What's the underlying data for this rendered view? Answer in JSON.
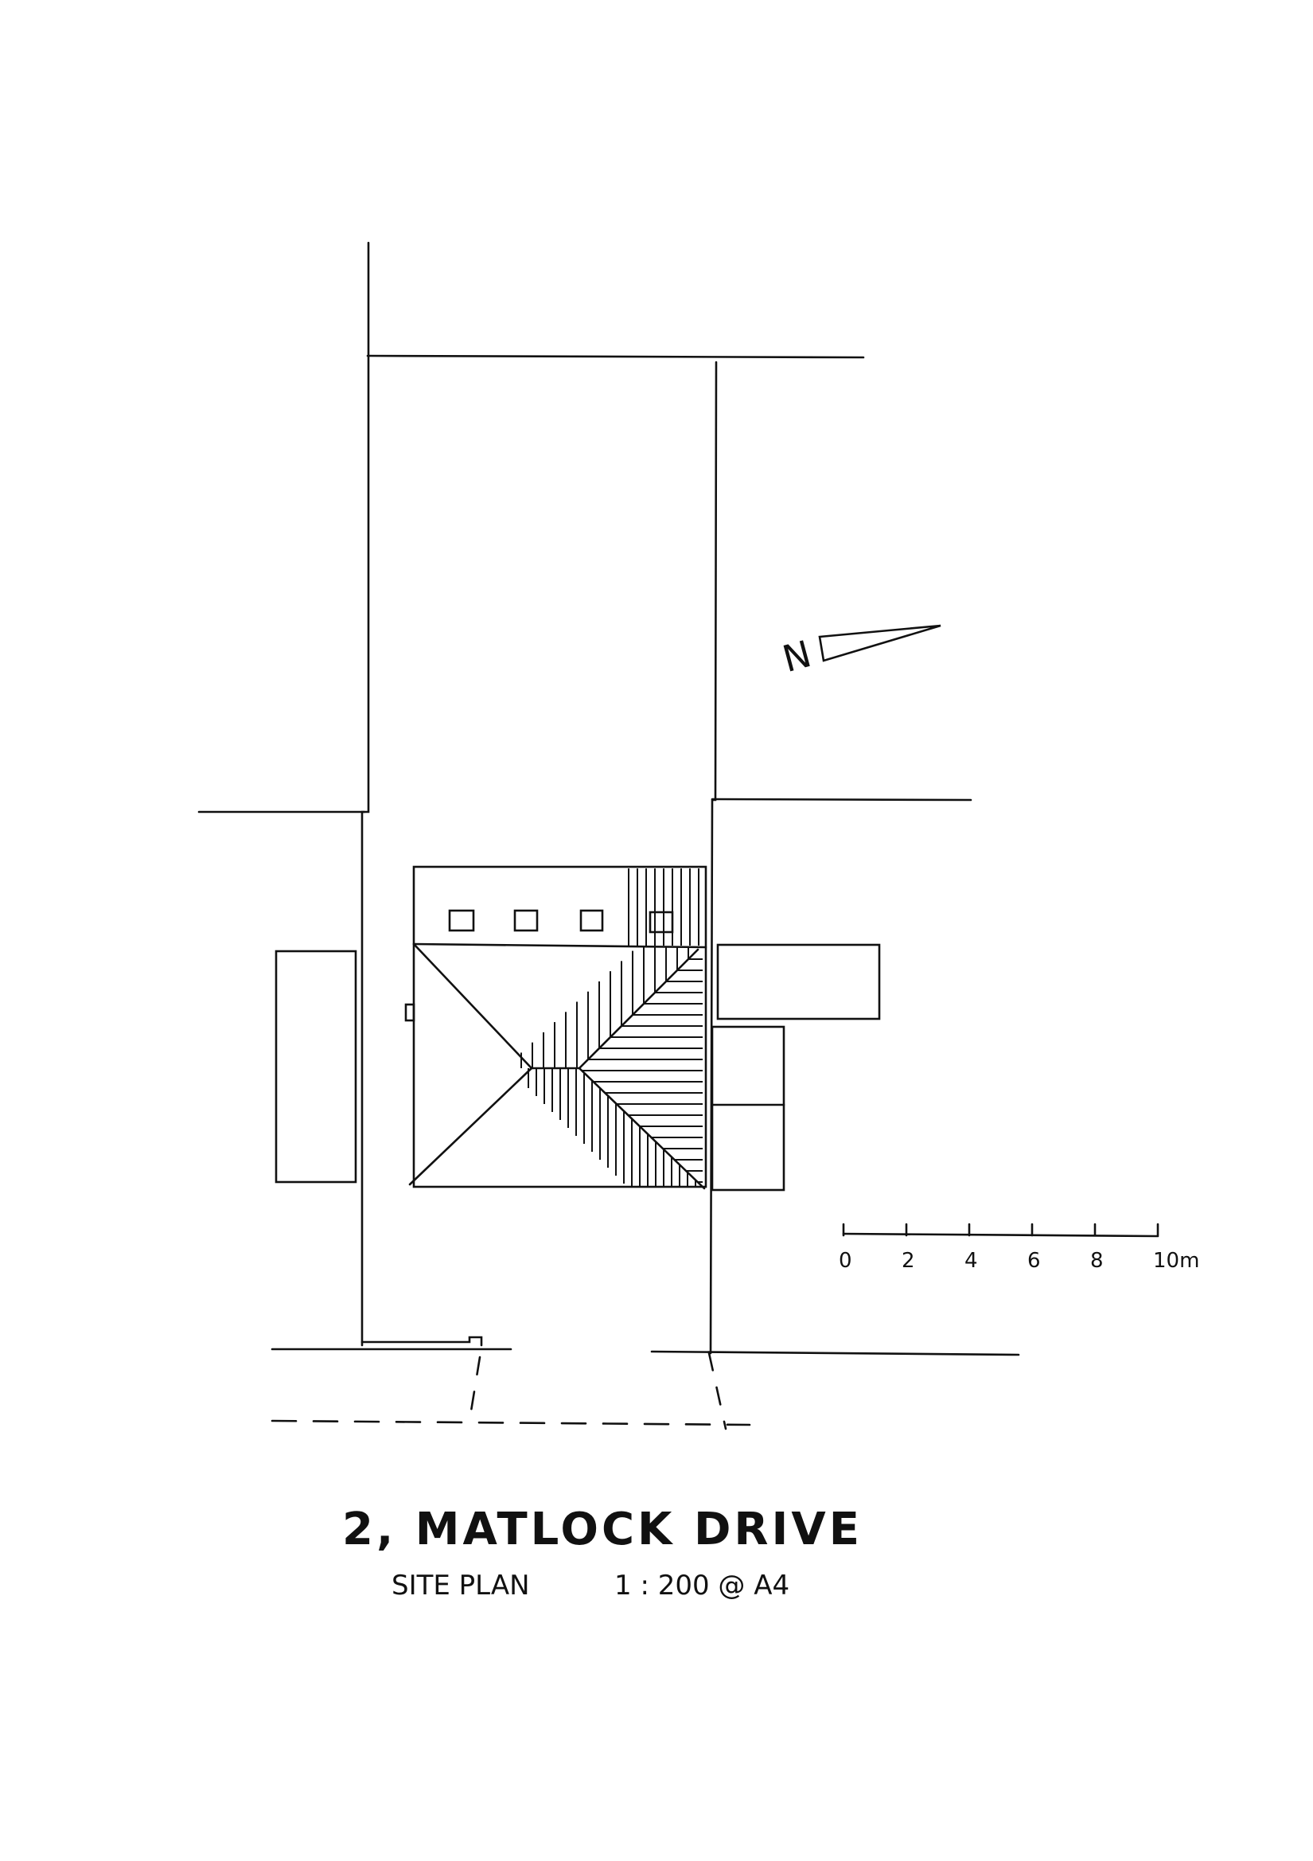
{
  "title": "2, MATLOCK DRIVE",
  "subtitle": {
    "label": "SITE PLAN",
    "scale": "1 : 200 @ A4"
  },
  "north_arrow": {
    "label": "N"
  },
  "scale_bar": {
    "unit": "m",
    "ticks": [
      "0",
      "2",
      "4",
      "6",
      "8",
      "10m"
    ]
  },
  "colors": {
    "ink": "#111111",
    "paper": "#ffffff"
  }
}
